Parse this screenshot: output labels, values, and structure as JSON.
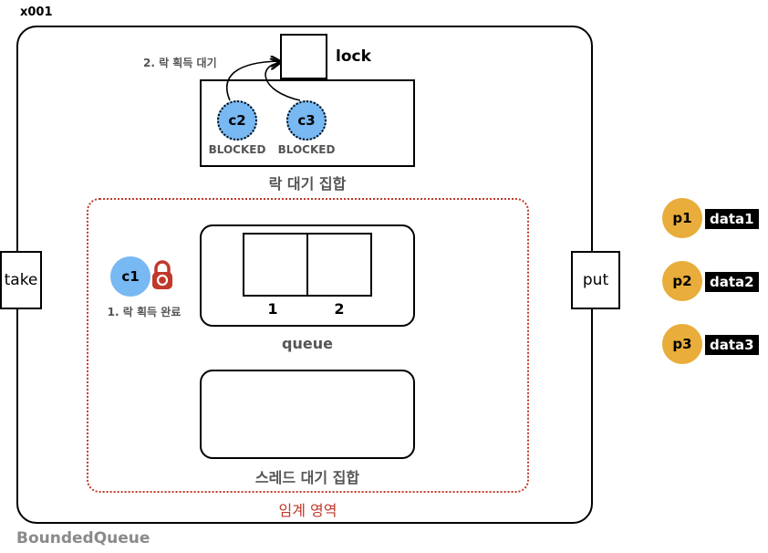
{
  "instance_id": "x001",
  "class_name": "BoundedQueue",
  "methods": {
    "take": "take",
    "put": "put"
  },
  "lock": {
    "label": "lock"
  },
  "lock_wait_set": {
    "label": "락 대기 집합",
    "step": "2. 락 획득 대기",
    "threads": [
      {
        "name": "c2",
        "state": "BLOCKED"
      },
      {
        "name": "c3",
        "state": "BLOCKED"
      }
    ]
  },
  "critical_section": {
    "label": "임계 영역"
  },
  "lock_holder": {
    "name": "c1",
    "step": "1. 락 획득 완료"
  },
  "queue": {
    "label": "queue",
    "slots": [
      "1",
      "2"
    ]
  },
  "condition_wait_set": {
    "label": "스레드 대기 집합"
  },
  "producers": [
    {
      "name": "p1",
      "data": "data1"
    },
    {
      "name": "p2",
      "data": "data2"
    },
    {
      "name": "p3",
      "data": "data3"
    }
  ],
  "colors": {
    "consumer": "#78b8f3",
    "producer": "#e8ad3a",
    "critical": "#c0392b",
    "padlock": "#c0392b"
  }
}
